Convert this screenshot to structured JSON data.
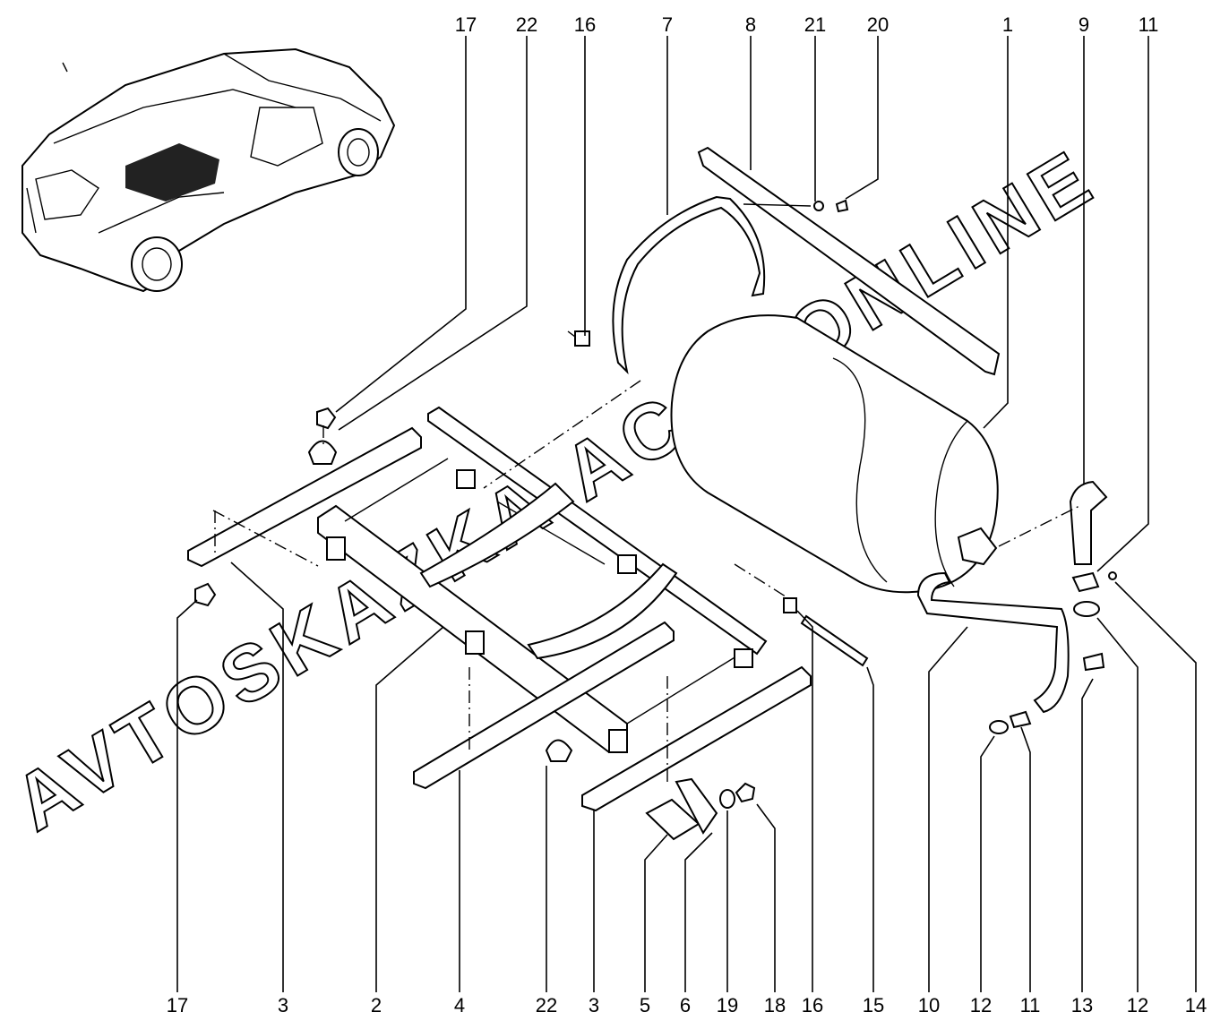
{
  "diagram": {
    "watermark": "AVTOSKAZKA.ACAT.ONLINE",
    "top_callouts": [
      "17",
      "22",
      "16",
      "7",
      "8",
      "21",
      "20",
      "1",
      "9",
      "11"
    ],
    "bottom_callouts": [
      "17",
      "3",
      "2",
      "4",
      "22",
      "3",
      "5",
      "6",
      "19",
      "18",
      "16",
      "15",
      "10",
      "12",
      "11",
      "13",
      "12",
      "14"
    ]
  }
}
